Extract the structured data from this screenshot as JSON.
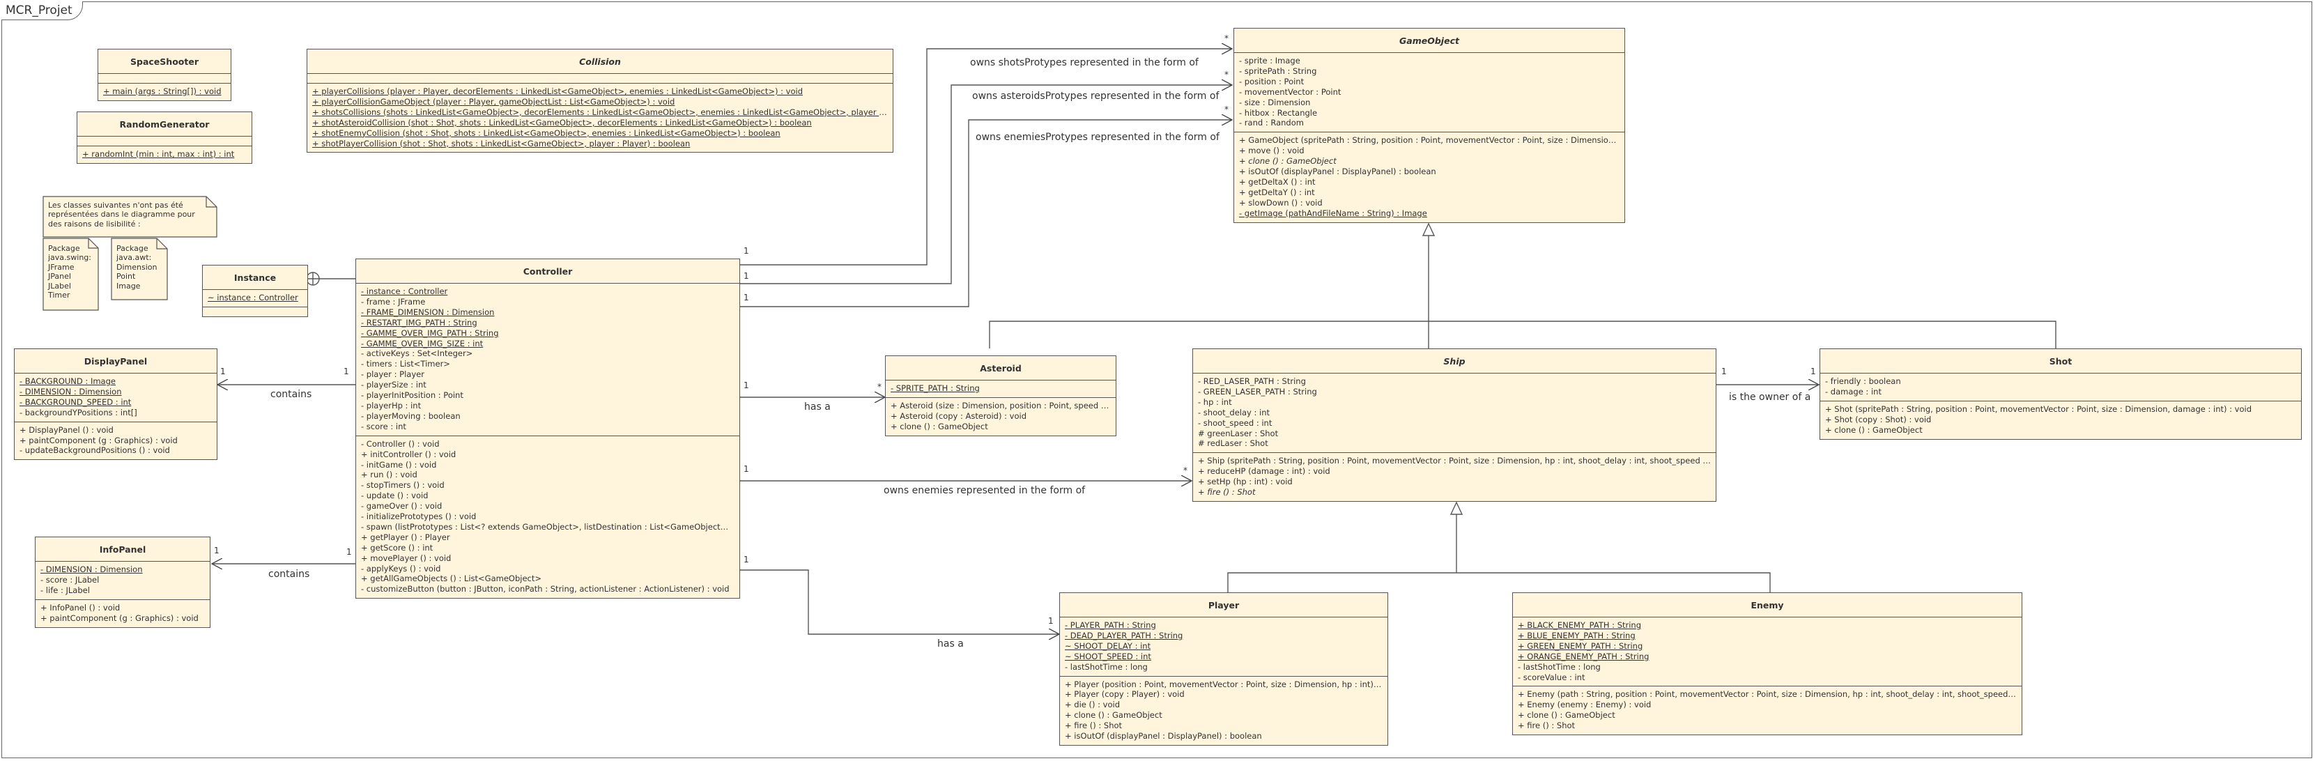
{
  "frame_title": "MCR_Projet",
  "classes": {
    "spaceshooter": {
      "name": "SpaceShooter",
      "methods": [
        "+ main (args : String[]) : void"
      ]
    },
    "randomgenerator": {
      "name": "RandomGenerator",
      "methods": [
        "+ randomInt (min : int, max : int) : int"
      ]
    },
    "collision": {
      "name": "Collision",
      "methods": [
        "+ playerCollisions (player : Player, decorElements : LinkedList<GameObject>, enemies : LinkedList<GameObject>) : void",
        "+ playerCollisionGameObject (player : Player, gameObjectList : List<GameObject>) : void",
        "+ shotsCollisions (shots : LinkedList<GameObject>, decorElements : LinkedList<GameObject>, enemies : LinkedList<GameObject>, player : Player) : void",
        "+ shotAsteroidCollision (shot : Shot, shots : LinkedList<GameObject>, decorElements : LinkedList<GameObject>) : boolean",
        "+ shotEnemyCollision (shot : Shot, shots : LinkedList<GameObject>, enemies : LinkedList<GameObject>) : boolean",
        "+ shotPlayerCollision (shot : Shot, shots : LinkedList<GameObject>, player : Player) : boolean"
      ]
    },
    "gameobject": {
      "name": "GameObject",
      "attributes": [
        "- sprite : Image",
        "- spritePath : String",
        "- position : Point",
        "- movementVector : Point",
        "- size : Dimension",
        "- hitbox : Rectangle",
        "- rand : Random"
      ],
      "methods": [
        "+ GameObject (spritePath : String, position : Point, movementVector : Point, size : Dimension) : void",
        "+ move () : void",
        "+ clone () : GameObject",
        "+ isOutOf (displayPanel : DisplayPanel) : boolean",
        "+ getDeltaX () : int",
        "+ getDeltaY () : int",
        "+ slowDown () : void",
        "- getImage (pathAndFileName : String) : Image"
      ]
    },
    "instance": {
      "name": "Instance",
      "attributes": [
        "~ instance : Controller"
      ]
    },
    "controller": {
      "name": "Controller",
      "attributes": [
        "- instance : Controller",
        "- frame : JFrame",
        "- FRAME_DIMENSION : Dimension",
        "- RESTART_IMG_PATH : String",
        "- GAMME_OVER_IMG_PATH : String",
        "- GAMME_OVER_IMG_SIZE : int",
        "- activeKeys : Set<Integer>",
        "- timers : List<Timer>",
        "- player : Player",
        "- playerSize : int",
        "- playerInitPosition : Point",
        "- playerHp : int",
        "- playerMoving : boolean",
        "- score : int"
      ],
      "methods": [
        "- Controller () : void",
        "+ initController () : void",
        "- initGame () : void",
        "+ run () : void",
        "- stopTimers () : void",
        "- update () : void",
        "- gameOver () : void",
        "- initializePrototypes () : void",
        "- spawn (listPrototypes : List<? extends GameObject>, listDestination : List<GameObject>) : void",
        "+ getPlayer () : Player",
        "+ getScore () : int",
        "+ movePlayer () : void",
        "- applyKeys () : void",
        "+ getAllGameObjects () : List<GameObject>",
        "- customizeButton (button : JButton, iconPath : String, actionListener : ActionListener) : void"
      ]
    },
    "displaypanel": {
      "name": "DisplayPanel",
      "attributes": [
        "- BACKGROUND : Image",
        "- DIMENSION : Dimension",
        "- BACKGROUND_SPEED : int",
        "- backgroundYPositions : int[]"
      ],
      "methods": [
        "+ DisplayPanel () : void",
        "+ paintComponent (g : Graphics) : void",
        "- updateBackgroundPositions () : void"
      ]
    },
    "infopanel": {
      "name": "InfoPanel",
      "attributes": [
        "- DIMENSION : Dimension",
        "- score : JLabel",
        "- life : JLabel"
      ],
      "methods": [
        "+ InfoPanel () : void",
        "+ paintComponent (g : Graphics) : void"
      ]
    },
    "asteroid": {
      "name": "Asteroid",
      "attributes": [
        "- SPRITE_PATH : String"
      ],
      "methods": [
        "+ Asteroid (size : Dimension, position : Point, speed : Poi...",
        "+ Asteroid (copy : Asteroid) : void",
        "+ clone () : GameObject"
      ]
    },
    "ship": {
      "name": "Ship",
      "attributes": [
        "- RED_LASER_PATH : String",
        "- GREEN_LASER_PATH : String",
        "- hp : int",
        "- shoot_delay : int",
        "- shoot_speed : int",
        "# greenLaser : Shot",
        "# redLaser : Shot"
      ],
      "methods": [
        "+ Ship (spritePath : String, position : Point, movementVector : Point, size : Dimension, hp : int, shoot_delay : int, shoot_speed : int) : void",
        "+ reduceHP (damage : int) : void",
        "+ setHp (hp : int) : void",
        "+ fire () : Shot"
      ]
    },
    "shot": {
      "name": "Shot",
      "attributes": [
        "- friendly : boolean",
        "- damage : int"
      ],
      "methods": [
        "+ Shot (spritePath : String, position : Point, movementVector : Point, size : Dimension, damage : int) : void",
        "+ Shot (copy : Shot) : void",
        "+ clone () : GameObject"
      ]
    },
    "player": {
      "name": "Player",
      "attributes": [
        "- PLAYER_PATH : String",
        "- DEAD_PLAYER_PATH : String",
        "~ SHOOT_DELAY : int",
        "~ SHOOT_SPEED : int",
        "- lastShotTime : long"
      ],
      "methods": [
        "+ Player (position : Point, movementVector : Point, size : Dimension, hp : int) : void",
        "+ Player (copy : Player) : void",
        "+ die () : void",
        "+ clone () : GameObject",
        "+ fire () : Shot",
        "+ isOutOf (displayPanel : DisplayPanel) : boolean"
      ]
    },
    "enemy": {
      "name": "Enemy",
      "attributes": [
        "+ BLACK_ENEMY_PATH : String",
        "+ BLUE_ENEMY_PATH : String",
        "+ GREEN_ENEMY_PATH : String",
        "+ ORANGE_ENEMY_PATH : String",
        "- lastShotTime : long",
        "- scoreValue : int"
      ],
      "methods": [
        "+ Enemy (path : String, position : Point, movementVector : Point, size : Dimension, hp : int, shoot_delay : int, shoot_speed : int) : void",
        "+ Enemy (enemy : Enemy) : void",
        "+ clone () : GameObject",
        "+ fire () : Shot"
      ]
    }
  },
  "notes": {
    "main": "Les classes suivantes n'ont pas été représentées dans le diagramme pour des raisons de lisibilité :",
    "swing": [
      "Package",
      "java.swing:",
      "JFrame",
      "JPanel",
      "JLabel",
      "Timer"
    ],
    "awt": [
      "Package",
      "java.awt:",
      "Dimension",
      "Point",
      "Image"
    ]
  },
  "associations": {
    "shots": "owns shotsProtypes represented in the form of",
    "asteroids": "owns asteroidsProtypes represented in the form of",
    "enemies_protos": "owns enemiesProtypes represented in the form of",
    "display_contains": "contains",
    "info_contains": "contains",
    "has_asteroid": "has a",
    "enemies_owned": "owns enemies represented in the form of",
    "has_player": "has a",
    "owner_of": "is the owner of a"
  },
  "multiplicities": {
    "one": "1",
    "many": "*"
  }
}
